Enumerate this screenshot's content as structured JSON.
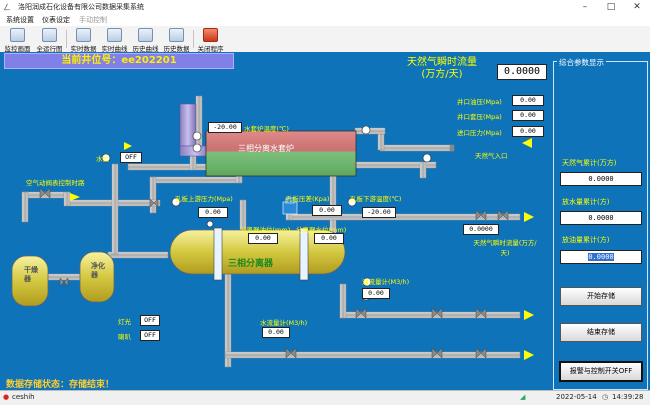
{
  "window": {
    "title": "洛阳润成石化设备有限公司数据采集系统"
  },
  "menu": [
    "系统设置",
    "仪表设定",
    "手动控制"
  ],
  "toolbar": [
    {
      "label": "监控画面",
      "icon": "monitor-icon"
    },
    {
      "label": "全运行图",
      "icon": "overview-icon"
    },
    {
      "label": "实时数据",
      "icon": "clock-icon"
    },
    {
      "label": "实时曲线",
      "icon": "trend-icon"
    },
    {
      "label": "历史曲线",
      "icon": "history-curve-icon"
    },
    {
      "label": "历史数据",
      "icon": "history-data-icon"
    },
    {
      "label": "关闭程序",
      "icon": "exit-icon"
    }
  ],
  "well": {
    "header": "当前井位号：ee202201"
  },
  "flow": {
    "title_line1": "天然气瞬时流量",
    "title_line2": "(万方/天)",
    "value": "0.0000"
  },
  "summary": {
    "title": "综合参数显示",
    "gas_total_label": "天然气累计(万方)",
    "gas_total": "0.0000",
    "water_total_label": "放水量累计(方)",
    "water_total": "0.0000",
    "oil_total_label": "放油量累计(方)",
    "oil_total": "0.0000",
    "start_btn": "开始存储",
    "stop_btn": "结束存储",
    "alarm_btn": "报警与控制开关OFF"
  },
  "process": {
    "furnace_temp_label": "水套炉温度(℃)",
    "furnace_temp": "-20.00",
    "furnace_name": "三相分离水套炉",
    "well_oil_pressure_label": "井口油压(Mpa)",
    "well_oil_pressure": "0.00",
    "well_casing_pressure_label": "井口套压(Mpa)",
    "well_casing_pressure": "0.00",
    "inlet_pressure_label": "进口压力(Mpa)",
    "inlet_pressure": "0.00",
    "gas_inlet_label": "天然气入口",
    "water_level_label": "水位",
    "water_level": "OFF",
    "air_valve_label": "空气动阀表控制时路",
    "orifice_up_pressure_label": "孔板上游压力(Mpa)",
    "orifice_up_pressure": "0.00",
    "orifice_dp_label": "孔板压差(Kpa)",
    "orifice_dp": "0.00",
    "orifice_down_temp_label": "孔板下游温度(℃)",
    "orifice_down_temp": "-20.00",
    "sep_oil_level_label": "分离器油位(mm)",
    "sep_oil_level": "0.00",
    "sep_water_level_label": "分离器水位(mm)",
    "sep_water_level": "0.00",
    "gas_flow_label": "天然气瞬时流量(万方/天)",
    "gas_flow": "0.0000",
    "separator_name": "三相分离器",
    "oil_meter_label": "油流量计(M3/h)",
    "oil_meter": "0.00",
    "water_meter_label": "水流量计(M3/h)",
    "water_meter": "0.00",
    "dryer_name": "干燥器",
    "purifier_name": "净化器",
    "light_label": "灯光",
    "light": "OFF",
    "horn_label": "喇叭",
    "horn": "OFF"
  },
  "storage_status": "数据存储状态：存储结束！",
  "status": {
    "user": "ceshih",
    "date": "2022-05-14",
    "time": "14:39:28"
  }
}
